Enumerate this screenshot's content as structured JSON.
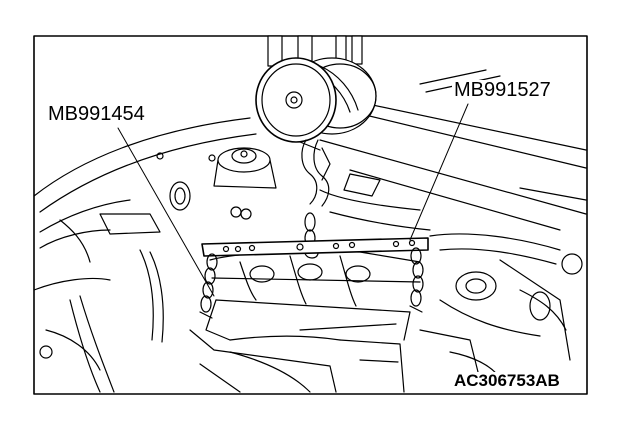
{
  "callouts": {
    "left_tool": "MB991454",
    "right_tool": "MB991527"
  },
  "figure_code": "AC306753AB",
  "colors": {
    "ink": "#000000",
    "paper": "#ffffff"
  }
}
